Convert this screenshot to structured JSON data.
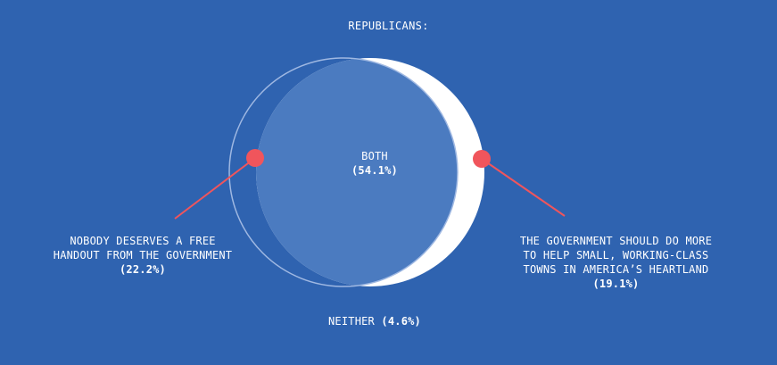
{
  "title": "REPUBLICANS:",
  "colors": {
    "background": "#2f63b0",
    "circle_outline": "#9fb8e2",
    "right_crescent": "#ffffff",
    "overlap": "#4b7bc0",
    "marker": "#f0555c"
  },
  "regions": {
    "both": {
      "label": "BOTH",
      "value": "(54.1%)"
    },
    "left": {
      "lines": [
        "NOBODY DESERVES A FREE",
        "HANDOUT FROM THE GOVERNMENT"
      ],
      "value": "(22.2%)"
    },
    "right": {
      "lines": [
        "THE GOVERNMENT SHOULD DO MORE",
        "TO HELP SMALL, WORKING-CLASS",
        "TOWNS IN AMERICA’S HEARTLAND"
      ],
      "value": "(19.1%)"
    },
    "neither": {
      "label": "NEITHER",
      "value": "(4.6%)"
    }
  }
}
